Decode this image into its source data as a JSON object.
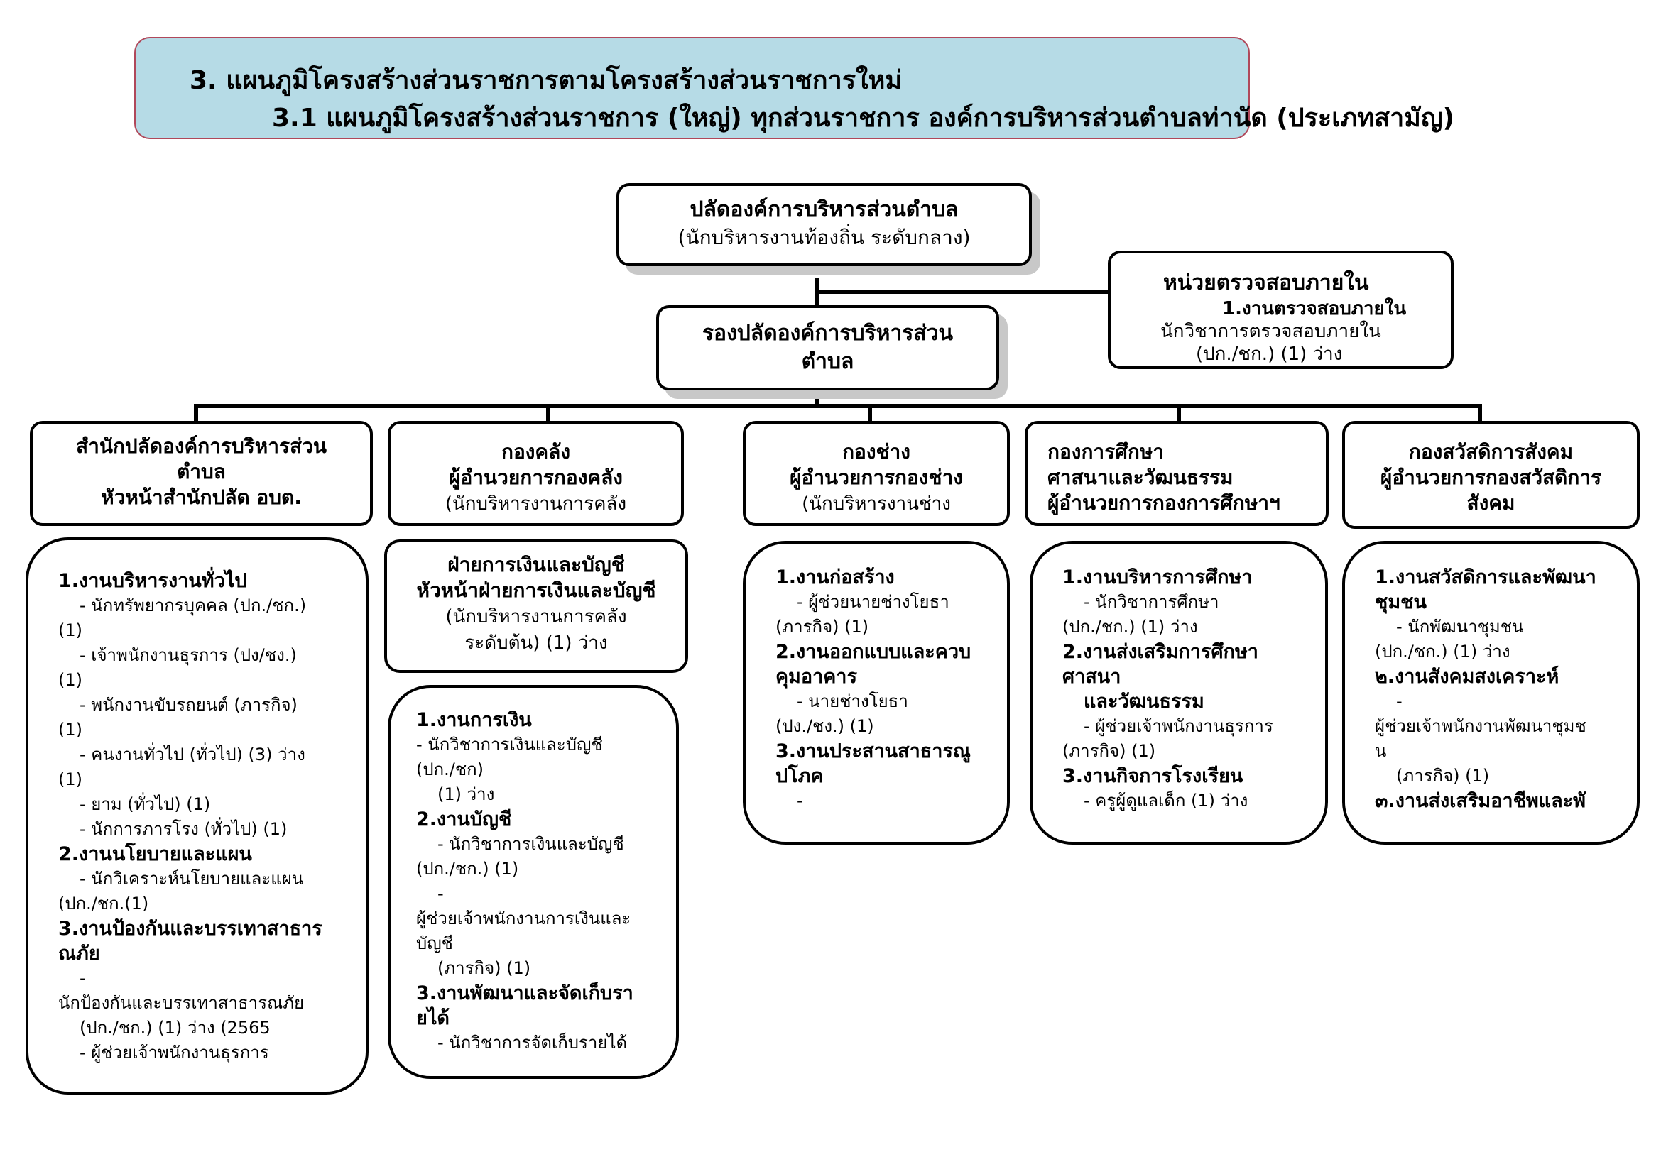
{
  "title": {
    "line1": "3. แผนภูมิโครงสร้างส่วนราชการตามโครงสร้างส่วนราชการใหม่",
    "line2": "3.1 แผนภูมิโครงสร้างส่วนราชการ (ใหญ่) ทุกส่วนราชการ องค์การบริหารส่วนตำบลท่านัด (ประเภทสามัญ)"
  },
  "palad": {
    "title": "ปลัดองค์การบริหารส่วนตำบล",
    "sub": "(นักบริหารงานท้องถิ่น ระดับกลาง)"
  },
  "audit": {
    "title": "หน่วยตรวจสอบภายใน",
    "line1": "1.งานตรวจสอบภายใน",
    "line2": "นักวิชาการตรวจสอบภายใน",
    "line3": "(ปก./ชก.) (1) ว่าง"
  },
  "deputy": {
    "line1": "รองปลัดองค์การบริหารส่วน",
    "line2": "ตำบล"
  },
  "departments": [
    {
      "l1": "สำนักปลัดองค์การบริหารส่วน",
      "l2": "ตำบล",
      "l3": "หัวหน้าสำนักปลัด อบต."
    },
    {
      "l1": "กองคลัง",
      "l2": "ผู้อำนวยการกองคลัง",
      "l3": "(นักบริหารงานการคลัง"
    },
    {
      "l1": "กองช่าง",
      "l2": "ผู้อำนวยการกองช่าง",
      "l3": "(นักบริหารงานช่าง"
    },
    {
      "l1": "กองการศึกษา",
      "l2": "ศาสนาและวัฒนธรรม",
      "l3": "ผู้อำนวยการกองการศึกษาฯ"
    },
    {
      "l1": "กองสวัสดิการสังคม",
      "l2": "ผู้อำนวยการกองสวัสดิการ",
      "l3": "สังคม"
    }
  ],
  "finance_section": {
    "l1": "ฝ่ายการเงินและบัญชี",
    "l2": "หัวหน้าฝ่ายการเงินและบัญชี",
    "l3": "(นักบริหารงานการคลัง",
    "l4": "ระดับต้น) (1) ว่าง"
  },
  "details": {
    "palad_office": [
      "1.งานบริหารงานทั่วไป",
      "- นักทรัพยากรบุคคล (ปก./ชก.)",
      "(1)",
      "- เจ้าพนักงานธุรการ (ปง/ชง.)",
      "(1)",
      "- พนักงานขับรถยนต์ (ภารกิจ)",
      "(1)",
      "- คนงานทั่วไป (ทั่วไป) (3) ว่าง",
      "(1)",
      "- ยาม (ทั่วไป) (1)",
      "- นักการภารโรง (ทั่วไป) (1)",
      "2.งานนโยบายและแผน",
      "- นักวิเคราะห์นโยบายและแผน",
      "(ปก./ชก.(1)",
      "3.งานป้องกันและบรรเทาสาธาร",
      "ณภัย",
      "-",
      "นักป้องกันและบรรเทาสาธารณภัย",
      "(ปก./ชก.) (1)  ว่าง (2565",
      "- ผู้ช่วยเจ้าพนักงานธุรการ"
    ],
    "finance": [
      "1.งานการเงิน",
      "- นักวิชาการเงินและบัญชี",
      "(ปก./ชก)",
      "(1) ว่าง",
      "2.งานบัญชี",
      "- นักวิชาการเงินและบัญชี",
      "(ปก./ชก.) (1)",
      "-",
      "ผู้ช่วยเจ้าพนักงานการเงินและ",
      "บัญชี",
      "(ภารกิจ) (1)",
      "3.งานพัฒนาและจัดเก็บรา",
      "ยได้",
      "- นักวิชาการจัดเก็บรายได้"
    ],
    "engineering": [
      "1.งานก่อสร้าง",
      "- ผู้ช่วยนายช่างโยธา",
      "(ภารกิจ) (1)",
      "2.งานออกแบบและควบ",
      "คุมอาคาร",
      "- นายช่างโยธา",
      "(ปง./ชง.) (1)",
      "3.งานประสานสาธารณู",
      "ปโภค",
      "-"
    ],
    "education": [
      "1.งานบริหารการศึกษา",
      "- นักวิชาการศึกษา",
      "(ปก./ชก.) (1) ว่าง",
      "2.งานส่งเสริมการศึกษา",
      "ศาสนา",
      "และวัฒนธรรม",
      "- ผู้ช่วยเจ้าพนักงานธุรการ",
      "(ภารกิจ) (1)",
      "3.งานกิจการโรงเรียน",
      "- ครูผู้ดูแลเด็ก (1) ว่าง"
    ],
    "welfare": [
      "1.งานสวัสดิการและพัฒนา",
      "ชุมชน",
      "- นักพัฒนาชุมชน",
      "(ปก./ชก.) (1) ว่าง",
      "๒.งานสังคมสงเคราะห์",
      "-",
      "ผู้ช่วยเจ้าพนักงานพัฒนาชุมช",
      "น",
      "(ภารกิจ) (1)",
      "๓.งานส่งเสริมอาชีพและพั"
    ]
  }
}
